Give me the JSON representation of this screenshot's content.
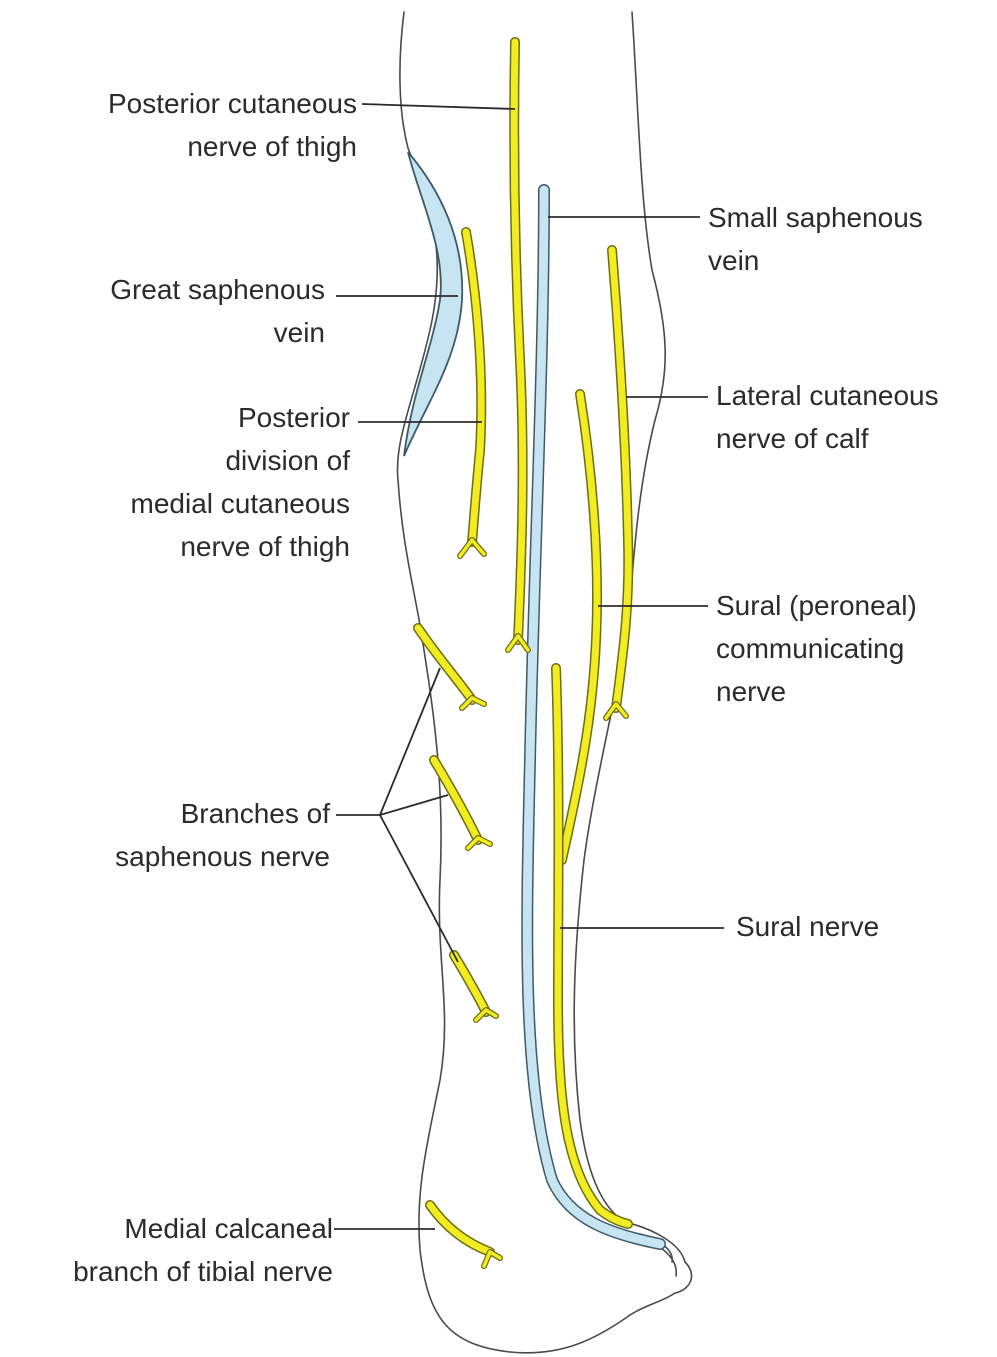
{
  "labels": {
    "posterior_cutaneous_thigh": {
      "line1": "Posterior cutaneous",
      "line2": "nerve of thigh"
    },
    "great_saphenous_vein": {
      "line1": "Great saphenous",
      "line2": "vein"
    },
    "posterior_division_medial_cutaneous": {
      "line1": "Posterior",
      "line2": "division of",
      "line3": "medial cutaneous",
      "line4": "nerve of thigh"
    },
    "branches_saphenous_nerve": {
      "line1": "Branches of",
      "line2": "saphenous nerve"
    },
    "medial_calcaneal_branch": {
      "line1": "Medial calcaneal",
      "line2": "branch of tibial nerve"
    },
    "small_saphenous_vein": {
      "line1": "Small saphenous",
      "line2": "vein"
    },
    "lateral_cutaneous_calf": {
      "line1": "Lateral cutaneous",
      "line2": "nerve of calf"
    },
    "sural_communicating": {
      "line1": "Sural (peroneal)",
      "line2": "communicating",
      "line3": "nerve"
    },
    "sural_nerve": {
      "line1": "Sural nerve"
    }
  },
  "colors": {
    "nerve_fill": "#f2ec23",
    "nerve_edge": "#6f6d10",
    "vein_fill": "#c7e4f2",
    "vein_edge": "#3c5a68",
    "outline": "#4a4a4a",
    "text": "#2b2b2b"
  }
}
